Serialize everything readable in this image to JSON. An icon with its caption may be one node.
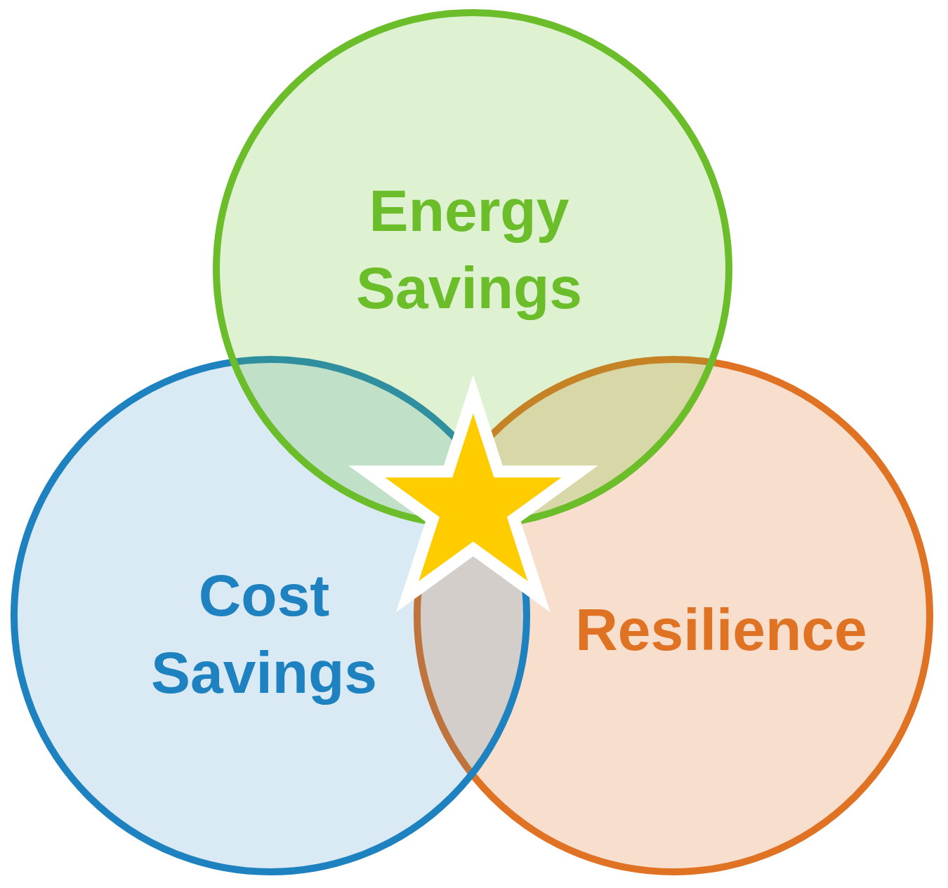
{
  "diagram": {
    "nodes": [
      {
        "text": [
          "Energy Savings"
        ]
      },
      {
        "text": [
          "Cost Savings"
        ]
      },
      {
        "text": [
          "Resilience"
        ]
      },
      {
        "text": [],
        "shape": "star"
      }
    ]
  }
}
